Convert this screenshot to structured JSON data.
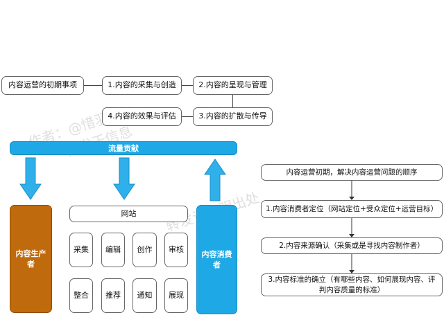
{
  "top": {
    "main": "内容运营的初期事项",
    "step1": "1.内容的采集与创造",
    "step2": "2.内容的呈现与管理",
    "step3": "3.内容的扩散与传导",
    "step4": "4.内容的效果与评估"
  },
  "band": {
    "label": "流量贡献"
  },
  "producer": {
    "label": "内容生产者"
  },
  "consumer": {
    "label": "内容消费者"
  },
  "website": {
    "title": "网站",
    "cells": [
      "采集",
      "编辑",
      "创作",
      "审核",
      "整合",
      "推荐",
      "通知",
      "展现"
    ]
  },
  "right": {
    "header": "内容运营初期，解决内容运营问题的顺序",
    "step1": "1.内容消费者定位（网站定位+受众定位+运营目标）",
    "step2": "2.内容来源确认（采集或是寻找内容制作者）",
    "step3": "3.内容标准的确立（有哪些内容、如何展现内容、评判内容质量的标准）"
  },
  "watermarks": [
    "作者：@惜羽",
    "首发于信息",
    "转发请注明出处"
  ],
  "colors": {
    "band": "#1fa8e6",
    "producer": "#c06a0e",
    "consumer": "#1fa8e6",
    "arrow": "#2fb0ea",
    "line": "#333333"
  }
}
